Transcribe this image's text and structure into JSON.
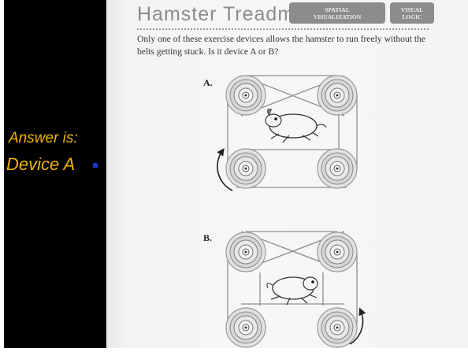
{
  "answer": {
    "line1": "Answer is:",
    "line2": "Device A"
  },
  "puzzle": {
    "title": "Hamster Treadmill",
    "badges": [
      {
        "line1": "SPATIAL",
        "line2": "VISUALIZATION"
      },
      {
        "line1": "VISUAL",
        "line2": "LOGIC"
      }
    ],
    "intro": "Only one of these exercise devices allows the hamster to run freely without the belts getting stuck. Is it device A or B?",
    "devices": [
      {
        "label": "A."
      },
      {
        "label": "B."
      }
    ]
  },
  "colors": {
    "answer_text": "#f0b400",
    "answer_marker": "#1a36c8",
    "left_panel": "#000000",
    "badge_bg": "#8c8c8c"
  }
}
